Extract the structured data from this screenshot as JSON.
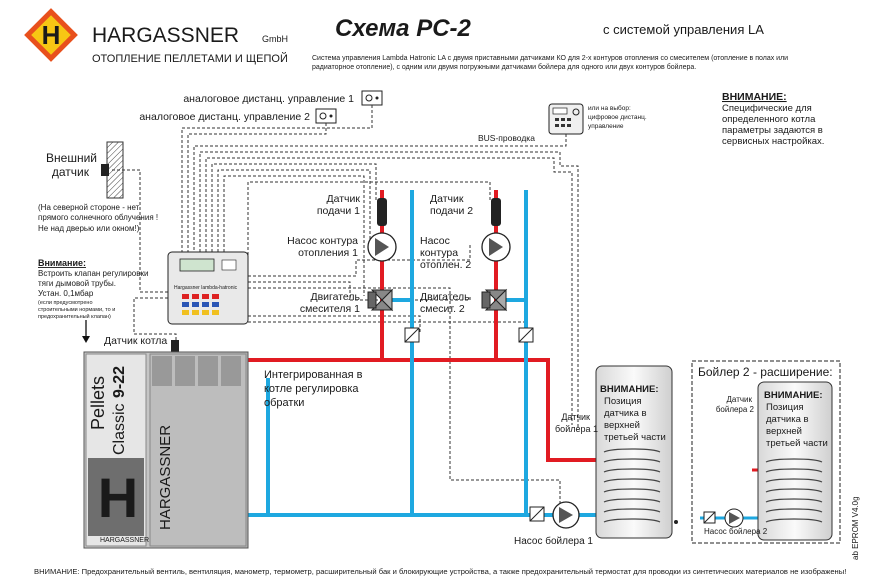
{
  "header": {
    "brand": "HARGASSNER",
    "gmbh": "GmbH",
    "logo_letter": "H",
    "subtitle": "ОТОПЛЕНИЕ ПЕЛЛЕТАМИ И ЩЕПОЙ",
    "title": "Схема PC-2",
    "title_suffix": "с системой управления LA",
    "desc_line1": "Система управления Lambda Hatronic LA с двумя приставными датчиками КО для 2-х контуров отопления со смесителем (отопление в полах или",
    "desc_line2": "радиаторное отопление), с одним или двумя погружными датчиками бойлера для одного или двух контуров бойлера."
  },
  "remote": {
    "analog1": "аналоговое дистанц.  управление 1",
    "analog2": "аналоговое дистанц.  управление 2",
    "digital1": "или на выбор:",
    "digital2": "цифровое дистанц.",
    "digital3": "управление",
    "bus": "BUS-проводка"
  },
  "notice": {
    "title": "ВНИМАНИЕ:",
    "line1": "Специфические для",
    "line2": "определенного котла",
    "line3": "параметры задаются в",
    "line4": "сервисных настройках."
  },
  "outdoor": {
    "label1": "Внешний",
    "label2": "датчик",
    "note1": "(На северной стороне - нет",
    "note2": "прямого солнечного облучения !",
    "note3": "Не над дверью или окном!)"
  },
  "attention_left": {
    "title": "Внимание:",
    "line1": "Встроить клапан регулировки",
    "line2": "тяги дымовой трубы.",
    "line3": "Устан.  0,1мбар",
    "small1": "(если предусмотрено",
    "small2": "строительными нормами, то и",
    "small3": "предохранительный клапан)"
  },
  "controller": {
    "label": "Hargassner lambda-hatronic"
  },
  "boiler": {
    "sensor": "Датчик котла",
    "pellets": "Pellets",
    "classic": "Classic",
    "model": "9-22",
    "brand_vertical": "HARGASSNER",
    "brand_bottom": "HARGASSNER",
    "logo": "H"
  },
  "circuit1": {
    "sensor1": "Датчик",
    "sensor2": "подачи 1",
    "pump1": "Насос контура",
    "pump2": "отопления 1",
    "motor1": "Двигатель",
    "motor2": "смесителя 1"
  },
  "circuit2": {
    "sensor1": "Датчик",
    "sensor2": "подачи 2",
    "pump1": "Насос",
    "pump2": "контура",
    "pump3": "отоплен. 2",
    "motor1": "Двигатель",
    "motor2": "смесит. 2"
  },
  "integrated": {
    "line1": "Интегрированная в",
    "line2": "котле регулировка",
    "line3": "обратки"
  },
  "dhw1": {
    "sensor1": "Датчик",
    "sensor2": "бойлера 1",
    "note_title": "ВНИМАНИЕ:",
    "note1": "Позиция",
    "note2": "датчика в",
    "note3": "верхней",
    "note4": "третьей части",
    "pump": "Насос бойлера 1"
  },
  "dhw2": {
    "title": "Бойлер 2 - расширение:",
    "sensor1": "Датчик",
    "sensor2": "бойлера 2",
    "note_title": "ВНИМАНИЕ:",
    "note1": "Позиция",
    "note2": "датчика в",
    "note3": "верхней",
    "note4": "третьей части",
    "pump": "Насос бойлера 2"
  },
  "footer": {
    "warning": "ВНИМАНИЕ: Предохранительный вентиль, вентиляция, манометр, термометр, расширительный бак и блокирующие устройства, а также предохранительный термостат для проводки из синтетических материалов не изображены!",
    "version": "ab EPROM  V4.0g"
  },
  "colors": {
    "supply": "#e11b22",
    "return": "#1ea8e0",
    "logo_yellow": "#f7c614",
    "logo_orange": "#e8501c"
  }
}
